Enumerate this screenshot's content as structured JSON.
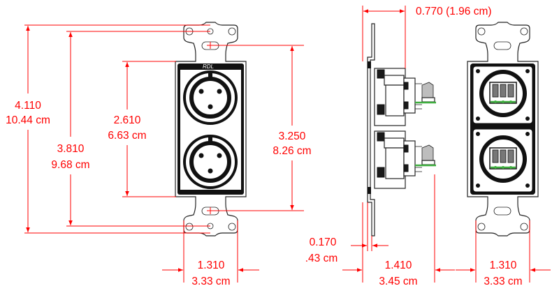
{
  "brand": "RDL",
  "colors": {
    "dimension": "#ff0000",
    "outline": "#222222",
    "pcb_trace": "#3fae3f"
  },
  "dimensions": {
    "plate_height": {
      "imperial": "4.110",
      "metric": "10.44 cm"
    },
    "screw_spacing": {
      "imperial": "3.810",
      "metric": "9.68 cm"
    },
    "opening_height": {
      "imperial": "2.610",
      "metric": "6.63 cm"
    },
    "module_height": {
      "imperial": "3.250",
      "metric": "8.26 cm"
    },
    "front_width": {
      "imperial": "1.310",
      "metric": "3.33 cm"
    },
    "depth": {
      "label": "0.770 (1.96 cm)"
    },
    "plate_thickness": {
      "imperial": "0.170",
      "metric": ".43 cm"
    },
    "side_width": {
      "imperial": "1.410",
      "metric": "3.45 cm"
    },
    "rear_width": {
      "imperial": "1.310",
      "metric": "3.33 cm"
    }
  },
  "views": [
    {
      "name": "front",
      "connectors": 2,
      "connector_type": "XLR female 3-pin"
    },
    {
      "name": "side"
    },
    {
      "name": "rear",
      "connectors": 2,
      "terminal_pins_each": 3
    }
  ]
}
